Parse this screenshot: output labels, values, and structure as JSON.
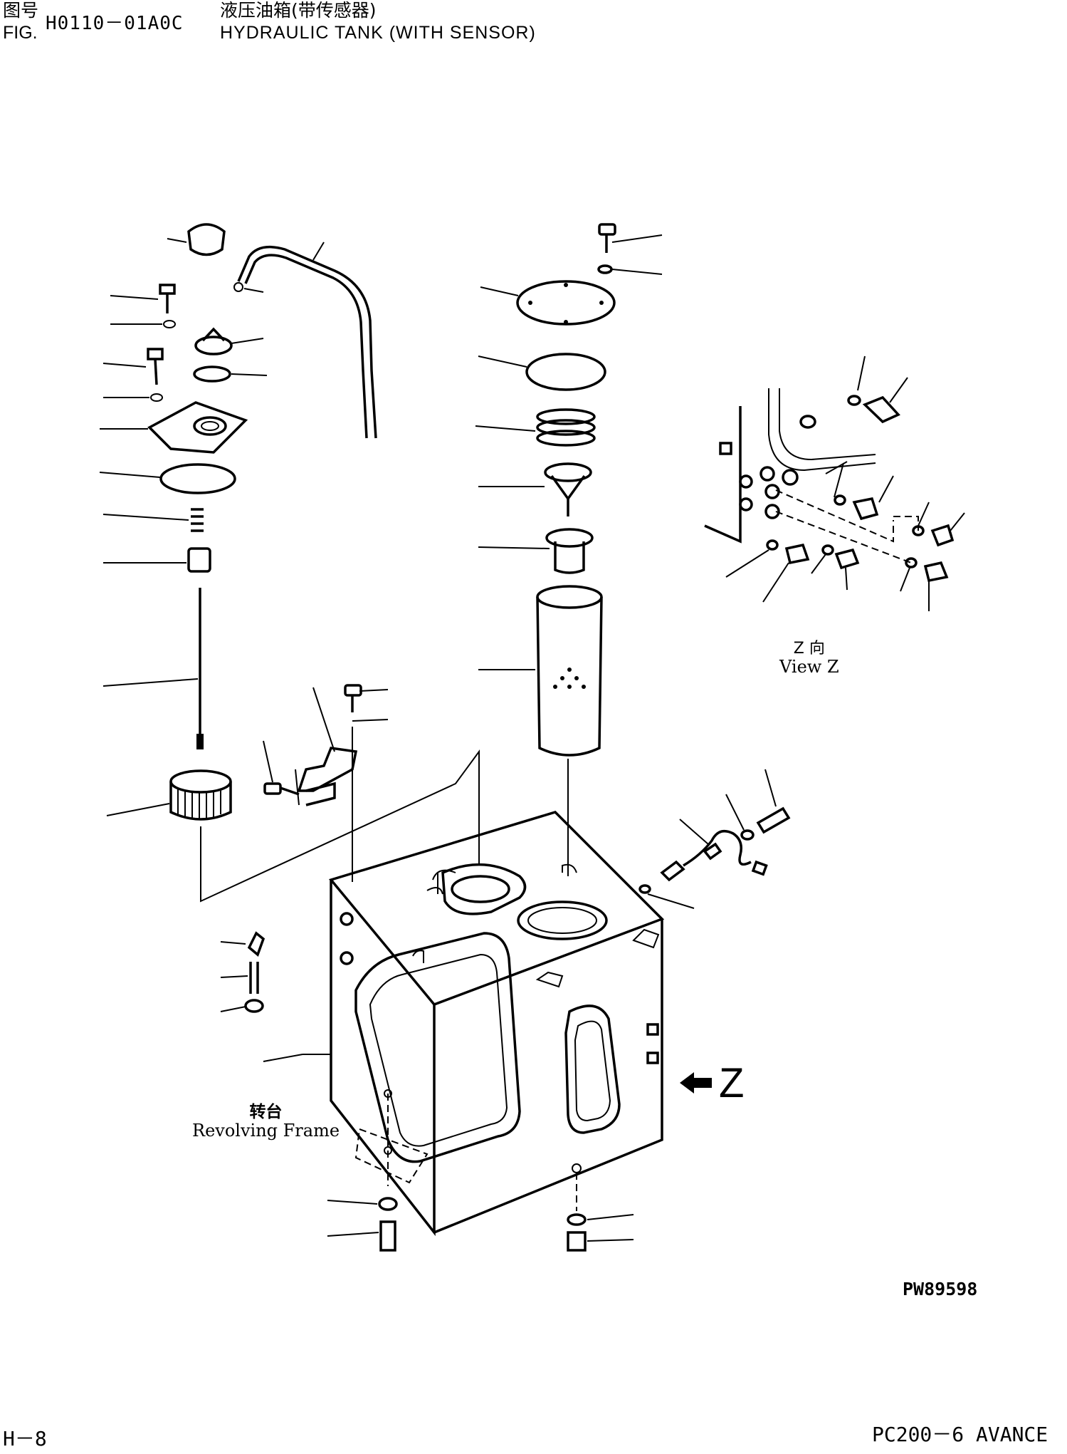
{
  "header": {
    "fig_label_cn": "图号",
    "fig_label_en": "FIG.",
    "fig_number": "H0110－01A0C",
    "title_cn": "液压油箱(带传感器)",
    "title_en": "HYDRAULIC TANK (WITH SENSOR)"
  },
  "annotations": {
    "view_z_cn": "Z 向",
    "view_z_en": "View Z",
    "revolving_frame_cn": "转台",
    "revolving_frame_en": "Revolving Frame",
    "direction_letter": "Z",
    "drawing_code": "PW89598"
  },
  "footer": {
    "page": "H－8",
    "model": "PC200－6 AVANCE"
  }
}
